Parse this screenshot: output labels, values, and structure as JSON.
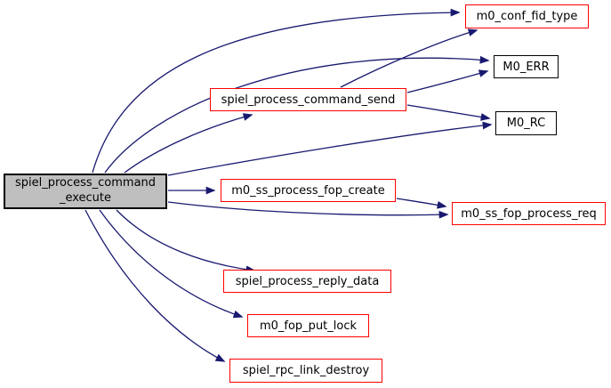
{
  "diagram": {
    "kind": "call-graph",
    "background_color": "#ffffff",
    "edge_color": "#191970",
    "colors": {
      "root_fill": "#bfbfbf",
      "node_fill": "#ffffff",
      "plain_border": "#000000",
      "highlight_border": "#ff0000"
    },
    "nodes": [
      {
        "id": "spiel_process_command_execute",
        "label": "spiel_process_command_execute",
        "label_lines": [
          "spiel_process_command",
          "_execute"
        ],
        "role": "root"
      },
      {
        "id": "m0_conf_fid_type",
        "label": "m0_conf_fid_type",
        "role": "callee-red"
      },
      {
        "id": "M0_ERR",
        "label": "M0_ERR",
        "role": "callee-plain"
      },
      {
        "id": "spiel_process_command_send",
        "label": "spiel_process_command_send",
        "role": "callee-red"
      },
      {
        "id": "M0_RC",
        "label": "M0_RC",
        "role": "callee-plain"
      },
      {
        "id": "m0_ss_process_fop_create",
        "label": "m0_ss_process_fop_create",
        "role": "callee-red"
      },
      {
        "id": "m0_ss_fop_process_req",
        "label": "m0_ss_fop_process_req",
        "role": "callee-red"
      },
      {
        "id": "spiel_process_reply_data",
        "label": "spiel_process_reply_data",
        "role": "callee-red"
      },
      {
        "id": "m0_fop_put_lock",
        "label": "m0_fop_put_lock",
        "role": "callee-red"
      },
      {
        "id": "spiel_rpc_link_destroy",
        "label": "spiel_rpc_link_destroy",
        "role": "callee-red"
      }
    ],
    "edges": [
      {
        "from": "spiel_process_command_execute",
        "to": "m0_conf_fid_type"
      },
      {
        "from": "spiel_process_command_execute",
        "to": "M0_ERR"
      },
      {
        "from": "spiel_process_command_execute",
        "to": "spiel_process_command_send"
      },
      {
        "from": "spiel_process_command_execute",
        "to": "M0_RC"
      },
      {
        "from": "spiel_process_command_execute",
        "to": "m0_ss_process_fop_create"
      },
      {
        "from": "spiel_process_command_execute",
        "to": "m0_ss_fop_process_req"
      },
      {
        "from": "spiel_process_command_execute",
        "to": "spiel_process_reply_data"
      },
      {
        "from": "spiel_process_command_execute",
        "to": "m0_fop_put_lock"
      },
      {
        "from": "spiel_process_command_execute",
        "to": "spiel_rpc_link_destroy"
      },
      {
        "from": "spiel_process_command_send",
        "to": "m0_conf_fid_type"
      },
      {
        "from": "spiel_process_command_send",
        "to": "M0_ERR"
      },
      {
        "from": "spiel_process_command_send",
        "to": "M0_RC"
      },
      {
        "from": "m0_ss_process_fop_create",
        "to": "m0_ss_fop_process_req"
      }
    ]
  }
}
